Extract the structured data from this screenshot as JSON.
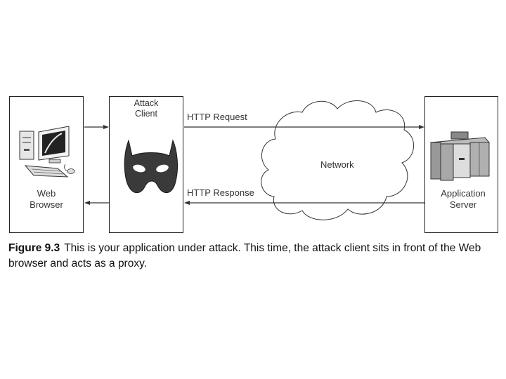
{
  "diagram": {
    "nodes": {
      "web_browser": {
        "line1": "Web",
        "line2": "Browser"
      },
      "attack_client": {
        "line1": "Attack",
        "line2": "Client"
      },
      "network": {
        "label": "Network"
      },
      "application_server": {
        "line1": "Application",
        "line2": "Server"
      }
    },
    "edges": {
      "request": "HTTP Request",
      "response": "HTTP Response"
    },
    "icons": {
      "browser": "computer-icon",
      "attacker": "devil-mask-icon",
      "network": "cloud-icon",
      "server": "server-icon"
    }
  },
  "caption": {
    "number": "Figure 9.3",
    "text": "This is your application under attack. This time, the attack client sits in front of the Web browser and acts as a proxy."
  }
}
